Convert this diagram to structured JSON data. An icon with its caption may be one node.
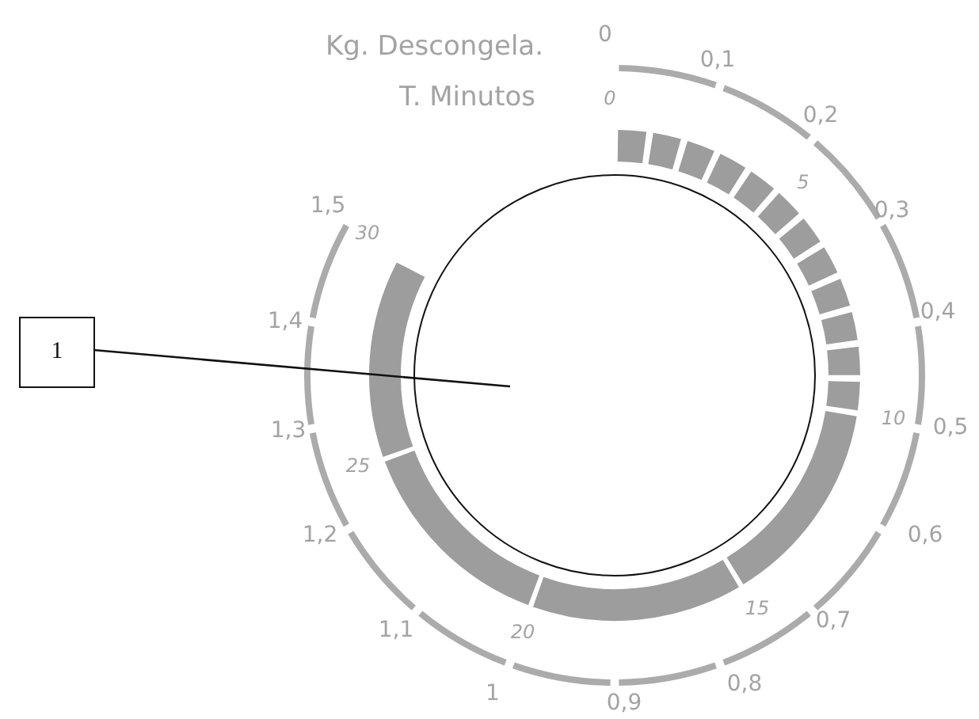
{
  "diagram": {
    "nodes": [
      {
        "text": [
          "1"
        ]
      },
      {
        "text": [],
        "shape": "circle"
      }
    ],
    "edges": [
      {
        "from": 0,
        "to": 1,
        "arrow": "none"
      }
    ],
    "labels": [
      "Kg. Descongela.",
      "T. Minutos",
      "0",
      "0,1",
      "0,2",
      "0,3",
      "0,4",
      "0,5",
      "0,6",
      "0,7",
      "0,8",
      "0,9",
      "1",
      "1,1",
      "1,2",
      "1,3",
      "1,4",
      "1,5",
      "0",
      "5",
      "10",
      "15",
      "20",
      "25",
      "30"
    ]
  }
}
